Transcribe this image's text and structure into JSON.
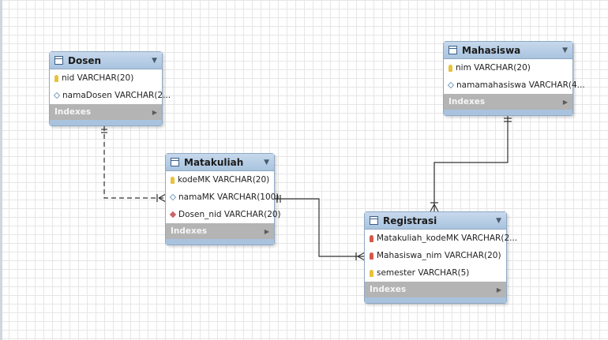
{
  "entities": {
    "dosen": {
      "name": "Dosen",
      "columns": [
        "nid VARCHAR(20)",
        "namaDosen VARCHAR(2..."
      ],
      "indexes_label": "Indexes"
    },
    "mahasiswa": {
      "name": "Mahasiswa",
      "columns": [
        "nim VARCHAR(20)",
        "namamahasiswa VARCHAR(4..."
      ],
      "indexes_label": "Indexes"
    },
    "matakuliah": {
      "name": "Matakuliah",
      "columns": [
        "kodeMK VARCHAR(20)",
        "namaMK VARCHAR(100)",
        "Dosen_nid VARCHAR(20)"
      ],
      "indexes_label": "Indexes"
    },
    "registrasi": {
      "name": "Registrasi",
      "columns": [
        "Matakuliah_kodeMK VARCHAR(2...",
        "Mahasiswa_nim VARCHAR(20)",
        "semester VARCHAR(5)"
      ],
      "indexes_label": "Indexes"
    }
  },
  "colors": {
    "header": "#a9c3df",
    "border": "#8fa9c4",
    "indexes_bar": "#b4b4b4",
    "relationship_line": "#333333"
  }
}
